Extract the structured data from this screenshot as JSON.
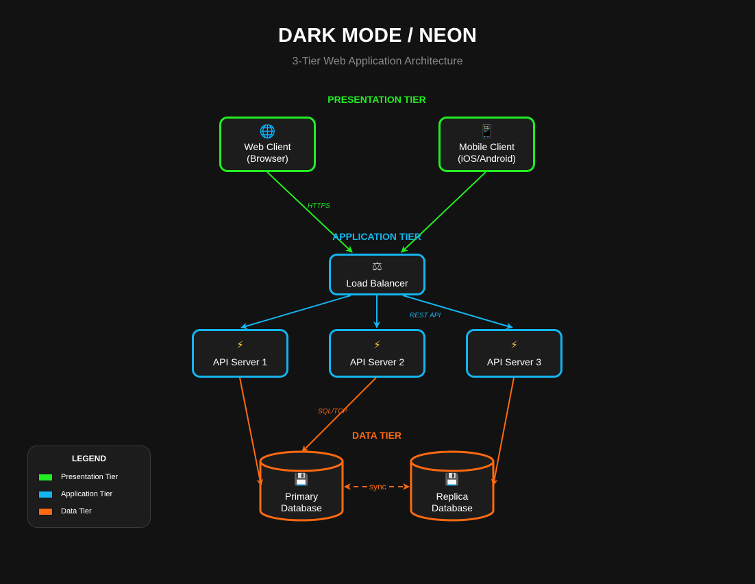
{
  "header": {
    "title": "DARK MODE / NEON",
    "subtitle": "3-Tier Web Application Architecture"
  },
  "colors": {
    "background": "#121212",
    "node_fill": "#1c1c1c",
    "presentation": "#22ee22",
    "application": "#14b5f0",
    "data": "#ff6a10",
    "subtitle": "#8a8a8a"
  },
  "tiers": {
    "presentation": "PRESENTATION TIER",
    "application": "APPLICATION TIER",
    "data": "DATA TIER"
  },
  "nodes": {
    "web_client": {
      "icon": "globe-icon",
      "glyph": "🌐",
      "label": "Web Client\n(Browser)",
      "tier": "presentation"
    },
    "mobile_client": {
      "icon": "mobile-phone-icon",
      "glyph": "📱",
      "label": "Mobile Client\n(iOS/Android)",
      "tier": "presentation"
    },
    "load_balancer": {
      "icon": "balance-scale-icon",
      "glyph": "⚖",
      "label": "Load Balancer",
      "tier": "application"
    },
    "api_server_1": {
      "icon": "lightning-icon",
      "glyph": "⚡",
      "label": "API Server 1",
      "tier": "application"
    },
    "api_server_2": {
      "icon": "lightning-icon",
      "glyph": "⚡",
      "label": "API Server 2",
      "tier": "application"
    },
    "api_server_3": {
      "icon": "lightning-icon",
      "glyph": "⚡",
      "label": "API Server 3",
      "tier": "application"
    },
    "primary_db": {
      "icon": "floppy-disk-icon",
      "glyph": "💾",
      "label": "Primary\nDatabase",
      "tier": "data"
    },
    "replica_db": {
      "icon": "floppy-disk-icon",
      "glyph": "💾",
      "label": "Replica\nDatabase",
      "tier": "data"
    }
  },
  "edges": [
    {
      "from": "web_client",
      "to": "load_balancer",
      "label": "HTTPS",
      "tier": "presentation"
    },
    {
      "from": "mobile_client",
      "to": "load_balancer",
      "label": "",
      "tier": "presentation"
    },
    {
      "from": "load_balancer",
      "to": "api_server_1",
      "label": "",
      "tier": "application"
    },
    {
      "from": "load_balancer",
      "to": "api_server_2",
      "label": "",
      "tier": "application"
    },
    {
      "from": "load_balancer",
      "to": "api_server_3",
      "label": "REST API",
      "tier": "application"
    },
    {
      "from": "api_server_1",
      "to": "primary_db",
      "label": "",
      "tier": "data"
    },
    {
      "from": "api_server_2",
      "to": "primary_db",
      "label": "SQL/TCP",
      "tier": "data"
    },
    {
      "from": "api_server_3",
      "to": "replica_db",
      "label": "",
      "tier": "data"
    },
    {
      "from": "primary_db",
      "to": "replica_db",
      "label": "sync",
      "tier": "data",
      "style": "dashed",
      "bidirectional": true
    }
  ],
  "legend": {
    "title": "LEGEND",
    "items": [
      {
        "label": "Presentation Tier",
        "color": "#22ee22"
      },
      {
        "label": "Application Tier",
        "color": "#14b5f0"
      },
      {
        "label": "Data Tier",
        "color": "#ff6a10"
      }
    ]
  }
}
